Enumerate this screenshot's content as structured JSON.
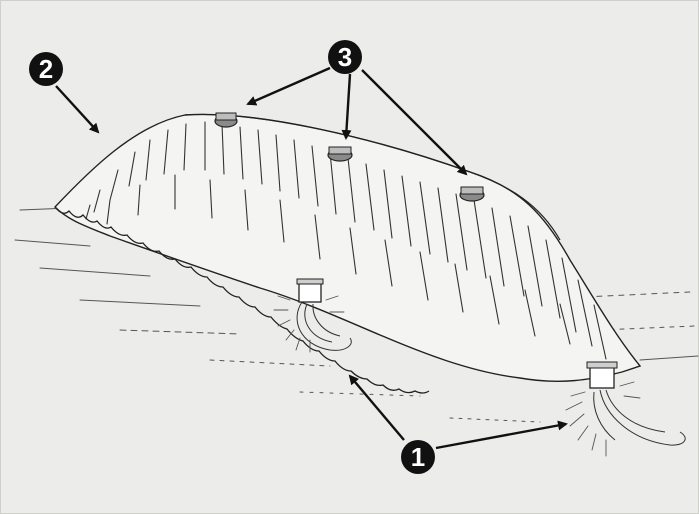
{
  "figure": {
    "callouts": [
      {
        "id": "callout-1",
        "label": "1"
      },
      {
        "id": "callout-2",
        "label": "2"
      },
      {
        "id": "callout-3",
        "label": "3"
      }
    ]
  },
  "colors": {
    "paper": "#ececea",
    "ink": "#1a1a1a",
    "badge": "#111111",
    "badge_text": "#ffffff"
  }
}
